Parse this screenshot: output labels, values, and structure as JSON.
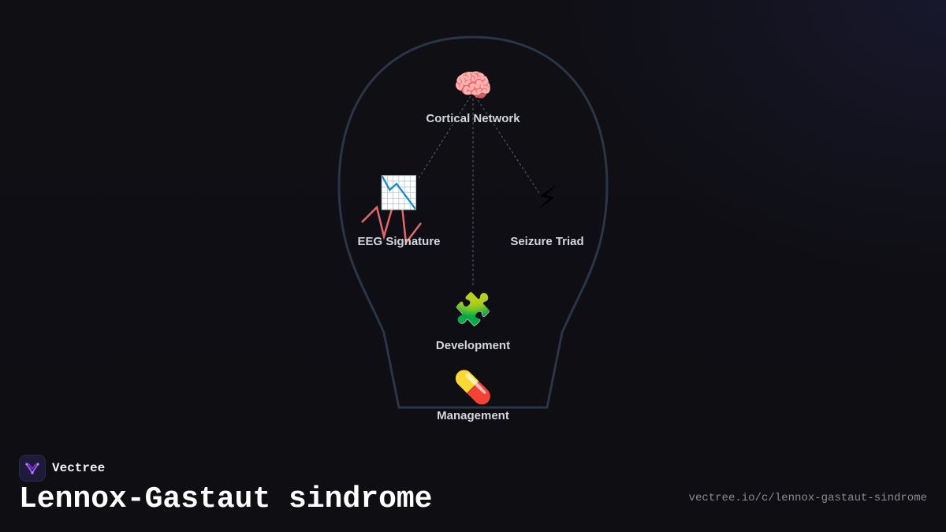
{
  "brand": {
    "name": "Vectree",
    "accent": "#a855f7"
  },
  "title": "Lennox-Gastaut sindrome",
  "url": "vectree.io/c/lennox-gastaut-sindrome",
  "colors": {
    "outline": "#2b3548",
    "connector": "#5a6070",
    "label": "#d4d6de",
    "eeg_wave": "#e06a6a"
  },
  "diagram": {
    "nodes": [
      {
        "id": "cortical",
        "label": "Cortical Network",
        "icon": "brain-icon",
        "glyph": "🧠"
      },
      {
        "id": "eeg",
        "label": "EEG Signature",
        "icon": "chart-decreasing-icon",
        "glyph": "📉"
      },
      {
        "id": "seizure",
        "label": "Seizure Triad",
        "icon": "lightning-icon",
        "glyph": "⚡"
      },
      {
        "id": "development",
        "label": "Development",
        "icon": "puzzle-piece-icon",
        "glyph": "🧩"
      },
      {
        "id": "management",
        "label": "Management",
        "icon": "pill-icon",
        "glyph": "💊"
      }
    ],
    "links": [
      {
        "from": "cortical",
        "to": "eeg"
      },
      {
        "from": "cortical",
        "to": "seizure"
      },
      {
        "from": "cortical",
        "to": "development"
      }
    ]
  }
}
